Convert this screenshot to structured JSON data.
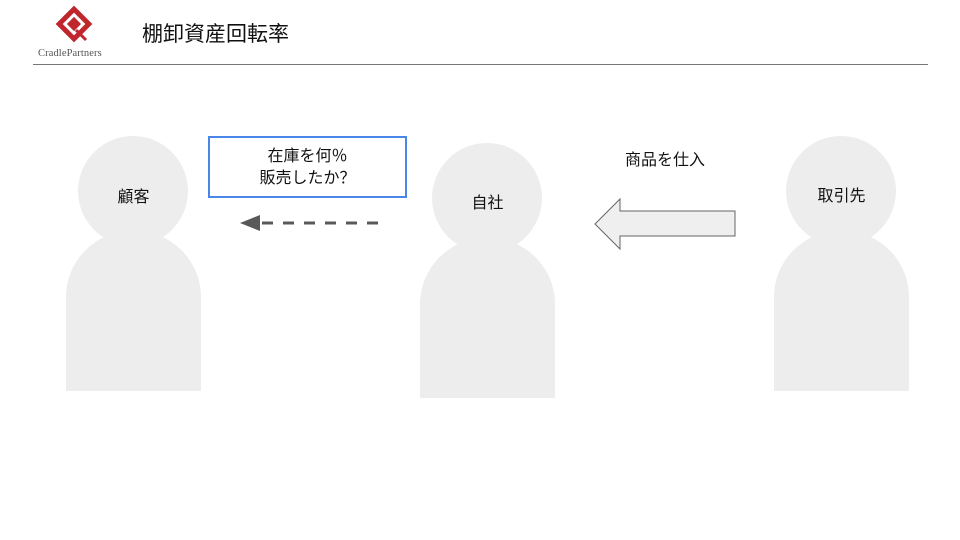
{
  "header": {
    "logo_text": "CradlePartners",
    "title": "棚卸資産回転率"
  },
  "diagram": {
    "customer": {
      "label": "顧客"
    },
    "company": {
      "label": "自社"
    },
    "supplier": {
      "label": "取引先"
    },
    "note": {
      "line1": "在庫を何％",
      "line2": "販売したか？"
    },
    "purchase_label": "商品を仕入",
    "colors": {
      "person_fill": "#ededed",
      "note_border": "#4a86e8",
      "dashed_arrow": "#595959",
      "block_arrow_fill": "#efefef",
      "block_arrow_stroke": "#666666",
      "logo_red": "#c0272d"
    }
  }
}
